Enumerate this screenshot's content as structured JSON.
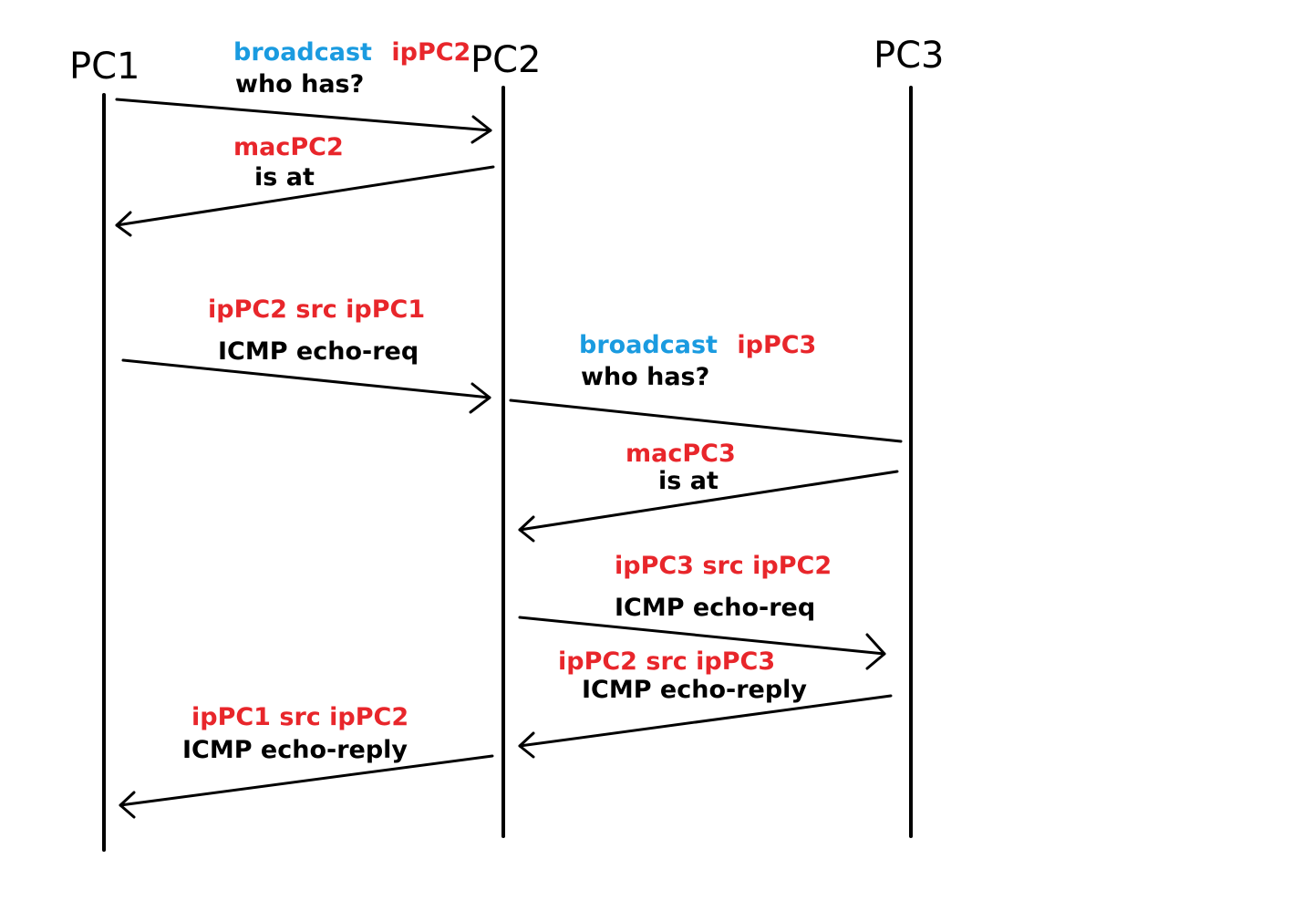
{
  "colors": {
    "black": "#000000",
    "red": "#e8262b",
    "blue": "#1a9be0"
  },
  "participants": {
    "pc1": "PC1",
    "pc2": "PC2",
    "pc3": "PC3"
  },
  "messages": {
    "m1": {
      "word1": "broadcast",
      "word2": "ipPC2",
      "line2": "who has?"
    },
    "m2": {
      "line1": "macPC2",
      "line2": "is at"
    },
    "m3": {
      "line1": "ipPC2 src ipPC1",
      "line2": "ICMP echo-req"
    },
    "m4": {
      "word1": "broadcast",
      "word2": "ipPC3",
      "line2": "who has?"
    },
    "m5": {
      "line1": "macPC3",
      "line2": "is at"
    },
    "m6": {
      "line1": "ipPC3 src ipPC2",
      "line2": "ICMP echo-req"
    },
    "m7": {
      "line1": "ipPC2 src ipPC3",
      "line2": "ICMP echo-reply"
    },
    "m8": {
      "line1": "ipPC1 src ipPC2",
      "line2": "ICMP echo-reply"
    }
  }
}
